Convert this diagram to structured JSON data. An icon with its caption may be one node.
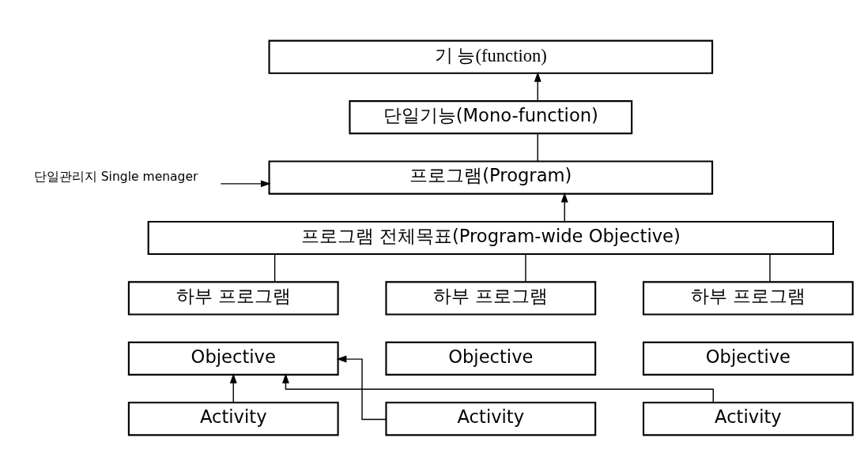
{
  "diagram": {
    "nodes": [
      {
        "text": [
          "기 능(function)"
        ]
      },
      {
        "text": [
          "단일기능(Mono-function)"
        ]
      },
      {
        "text": [
          "프로그램(Program)"
        ]
      },
      {
        "text": [
          "단일관리지 Single menager"
        ]
      },
      {
        "text": [
          "프로그램 전체목표(Program-wide Objective)"
        ]
      },
      {
        "text": [
          "하부 프로그램"
        ]
      },
      {
        "text": [
          "Objective"
        ]
      },
      {
        "text": [
          "하부 프로그램"
        ]
      },
      {
        "text": [
          "Objective"
        ]
      },
      {
        "text": [
          "하부 프로그램"
        ]
      },
      {
        "text": [
          "Objective"
        ]
      },
      {
        "text": [
          "Activity"
        ]
      },
      {
        "text": [
          "Activity"
        ]
      },
      {
        "text": [
          "Activity"
        ]
      }
    ],
    "edges": [
      {
        "from": 1,
        "to": 0,
        "arrow": "to"
      },
      {
        "from": 2,
        "to": 1,
        "arrow": "none"
      },
      {
        "from": 3,
        "to": 2,
        "arrow": "to"
      },
      {
        "from": 4,
        "to": 2,
        "arrow": "to"
      },
      {
        "from": 4,
        "to": 5,
        "arrow": "none"
      },
      {
        "from": 4,
        "to": 7,
        "arrow": "none"
      },
      {
        "from": 4,
        "to": 9,
        "arrow": "none"
      },
      {
        "from": 11,
        "to": 6,
        "arrow": "to"
      },
      {
        "from": 12,
        "to": 6,
        "arrow": "to"
      },
      {
        "from": 13,
        "to": 6,
        "arrow": "to"
      }
    ]
  }
}
